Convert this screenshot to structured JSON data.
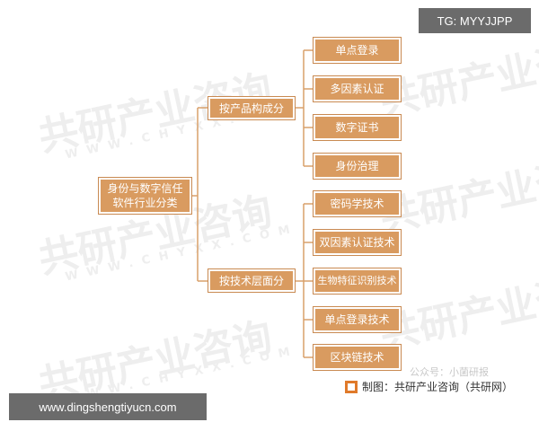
{
  "watermark": {
    "text": "共研产业咨询",
    "sub": "WWW.CHYXX.COM"
  },
  "tag_label": "TG: MYYJJPP",
  "website_label": "www.dingshengtiyucn.com",
  "diagram": {
    "root": "身份与数字信任软件行业分类",
    "branches": [
      {
        "label": "按产品构成分",
        "children": [
          "单点登录",
          "多因素认证",
          "数字证书",
          "身份治理"
        ]
      },
      {
        "label": "按技术层面分",
        "children": [
          "密码学技术",
          "双因素认证技术",
          "生物特征识别技术",
          "单点登录技术",
          "区块链技术"
        ]
      }
    ]
  },
  "source_label": "制图：共研产业咨询（共研网）",
  "credit_label": "公众号：小菌研报",
  "colors": {
    "node_fill": "#d99b60",
    "connector": "#d9a06a",
    "node_text": "#ffffff"
  }
}
